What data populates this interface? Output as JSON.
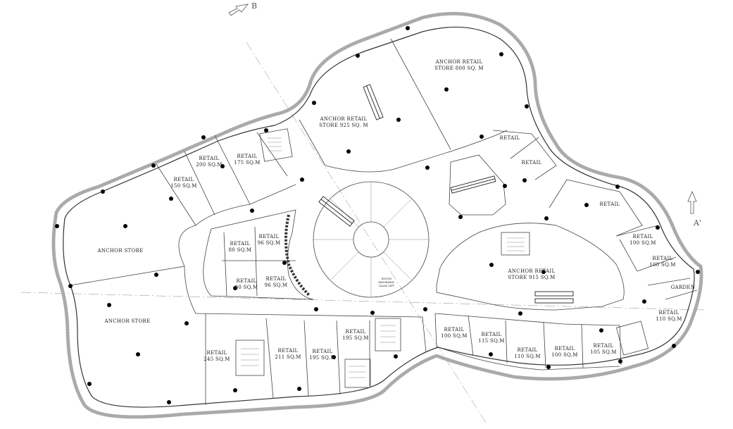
{
  "section_markers": {
    "top": "B",
    "right": "A'"
  },
  "stores": [
    {
      "line1": "ANCHOR RETAIL",
      "line2": "STORE 800 SQ. M"
    },
    {
      "line1": "ANCHOR RETAIL",
      "line2": "STORE 925 SQ. M"
    },
    {
      "line1": "RETAIL",
      "line2": "200 SQ.M"
    },
    {
      "line1": "RETAIL",
      "line2": "175 SQ.M"
    },
    {
      "line1": "RETAIL",
      "line2": "150 SQ.M"
    },
    {
      "line1": "ANCHOR STORE",
      "line2": ""
    },
    {
      "line1": "RETAIL",
      "line2": "80 SQ.M"
    },
    {
      "line1": "RETAIL",
      "line2": "96 SQ.M"
    },
    {
      "line1": "RETAIL",
      "line2": "80 SQ.M"
    },
    {
      "line1": "RETAIL",
      "line2": "96 SQ.M"
    },
    {
      "line1": "ANCHOR STORE",
      "line2": ""
    },
    {
      "line1": "RETAIL",
      "line2": "245 SQ.M"
    },
    {
      "line1": "RETAIL",
      "line2": "211 SQ.M"
    },
    {
      "line1": "RETAIL",
      "line2": "195 SQ.M"
    },
    {
      "line1": "RETAIL",
      "line2": "195 SQ.M"
    },
    {
      "line1": "RETAIL",
      "line2": "100 SQ.M"
    },
    {
      "line1": "RETAIL",
      "line2": "115 SQ.M"
    },
    {
      "line1": "RETAIL",
      "line2": "110 SQ.M"
    },
    {
      "line1": "RETAIL",
      "line2": "100 SQ.M"
    },
    {
      "line1": "RETAIL",
      "line2": "105 SQ.M"
    },
    {
      "line1": "RETAIL",
      "line2": ""
    },
    {
      "line1": "RETAIL",
      "line2": ""
    },
    {
      "line1": "RETAIL",
      "line2": ""
    },
    {
      "line1": "RETAIL",
      "line2": "100 SQ.M"
    },
    {
      "line1": "RETAIL",
      "line2": "100 SQ.M"
    },
    {
      "line1": "GARDEN",
      "line2": ""
    },
    {
      "line1": "RETAIL",
      "line2": "110 SQ.M"
    },
    {
      "line1": "ANCHOR RETAIL",
      "line2": "STORE 915 SQ.M"
    }
  ],
  "small_note": {
    "line1": "ROUND",
    "line2": "PANORAMIC",
    "line3": "GLASS LIFT"
  }
}
